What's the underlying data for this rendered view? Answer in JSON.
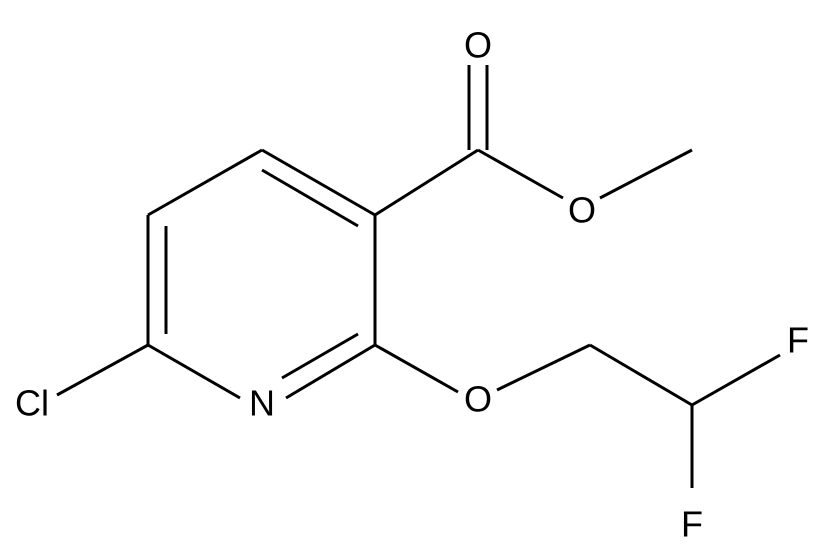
{
  "molecule": {
    "atoms": {
      "O_carbonyl": "O",
      "O_ester": "O",
      "O_ether": "O",
      "N": "N",
      "Cl": "Cl",
      "F_top": "F",
      "F_bottom": "F"
    }
  }
}
